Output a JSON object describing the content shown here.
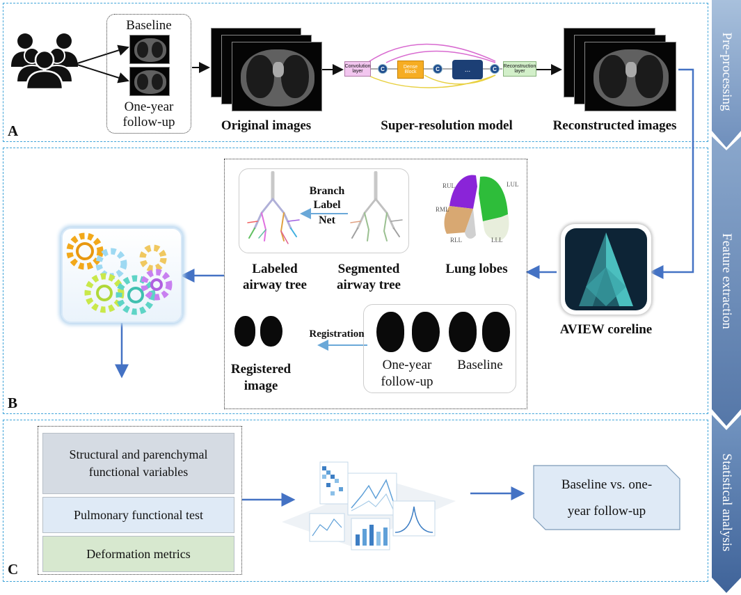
{
  "panels": {
    "a": {
      "letter": "A"
    },
    "b": {
      "letter": "B"
    },
    "c": {
      "letter": "C"
    }
  },
  "sidebar": {
    "sections": [
      {
        "label": "Pre-processing"
      },
      {
        "label": "Feature extraction"
      },
      {
        "label": "Statistical analysis"
      }
    ],
    "colors": {
      "top": "#98b3d3",
      "bottom": "#4a6fa5"
    }
  },
  "panel_a": {
    "baseline_label": "Baseline",
    "followup_label_line1": "One-year",
    "followup_label_line2": "follow-up",
    "original_images_label": "Original images",
    "super_resolution_label": "Super-resolution model",
    "reconstructed_images_label": "Reconstructed images",
    "network": {
      "convolution_layer": "Convolution layer",
      "dense_block": "Dense Block",
      "ellipsis": "...",
      "reconstruction_layer": "Reconstruction layer",
      "concat_symbol": "C"
    }
  },
  "panel_b": {
    "branch_label_net_line1": "Branch",
    "branch_label_net_line2": "Label",
    "branch_label_net_line3": "Net",
    "labeled_airway_line1": "Labeled",
    "labeled_airway_line2": "airway tree",
    "segmented_airway_line1": "Segmented",
    "segmented_airway_line2": "airway tree",
    "lung_lobes_label": "Lung lobes",
    "lobe_tags": {
      "rul": "RUL",
      "lul": "LUL",
      "rml": "RML",
      "rll": "RLL",
      "lll": "LLL"
    },
    "aview_label": "AVIEW coreline",
    "registration_label": "Registration",
    "registered_line1": "Registered",
    "registered_line2": "image",
    "followup_line1": "One-year",
    "followup_line2": "follow-up",
    "baseline_label": "Baseline"
  },
  "panel_c": {
    "variables": [
      {
        "line1": "Structural and parenchymal",
        "line2": "functional variables",
        "color": "#d5dbe3"
      },
      {
        "line1": "Pulmonary functional test",
        "line2": "",
        "color": "#dfeaf6"
      },
      {
        "line1": "Deformation metrics",
        "line2": "",
        "color": "#d7e8cf"
      }
    ],
    "comparison_line1": "Baseline vs. one-",
    "comparison_line2": "year follow-up"
  }
}
